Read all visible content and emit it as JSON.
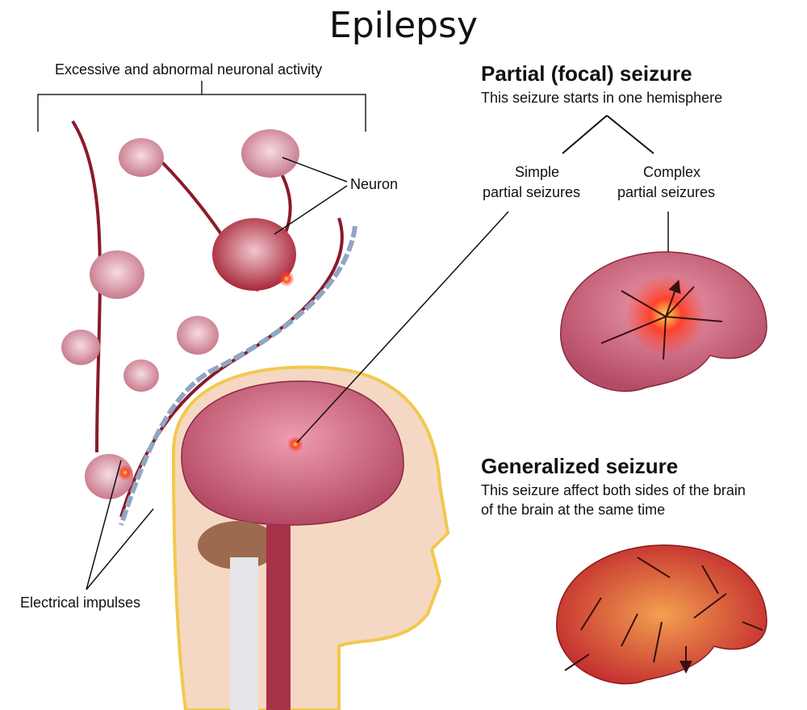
{
  "title": "Epilepsy",
  "left": {
    "activity_label": "Excessive and abnormal neuronal activity",
    "neuron_label": "Neuron",
    "impulses_label": "Electrical impulses"
  },
  "partial": {
    "heading": "Partial (focal) seizure",
    "description": "This seizure starts in one hemisphere",
    "simple_line1": "Simple",
    "simple_line2": "partial seizures",
    "complex_line1": "Complex",
    "complex_line2": "partial seizures"
  },
  "generalized": {
    "heading": "Generalized seizure",
    "description_line1": "This seizure affect both sides of the brain",
    "description_line2": "of the brain at the same time"
  },
  "colors": {
    "brain": "#d9738a",
    "neuron": "#a8283a",
    "focus": "#ff2a1a",
    "skin": "#f5d8c4",
    "outline": "#f2c94c"
  }
}
